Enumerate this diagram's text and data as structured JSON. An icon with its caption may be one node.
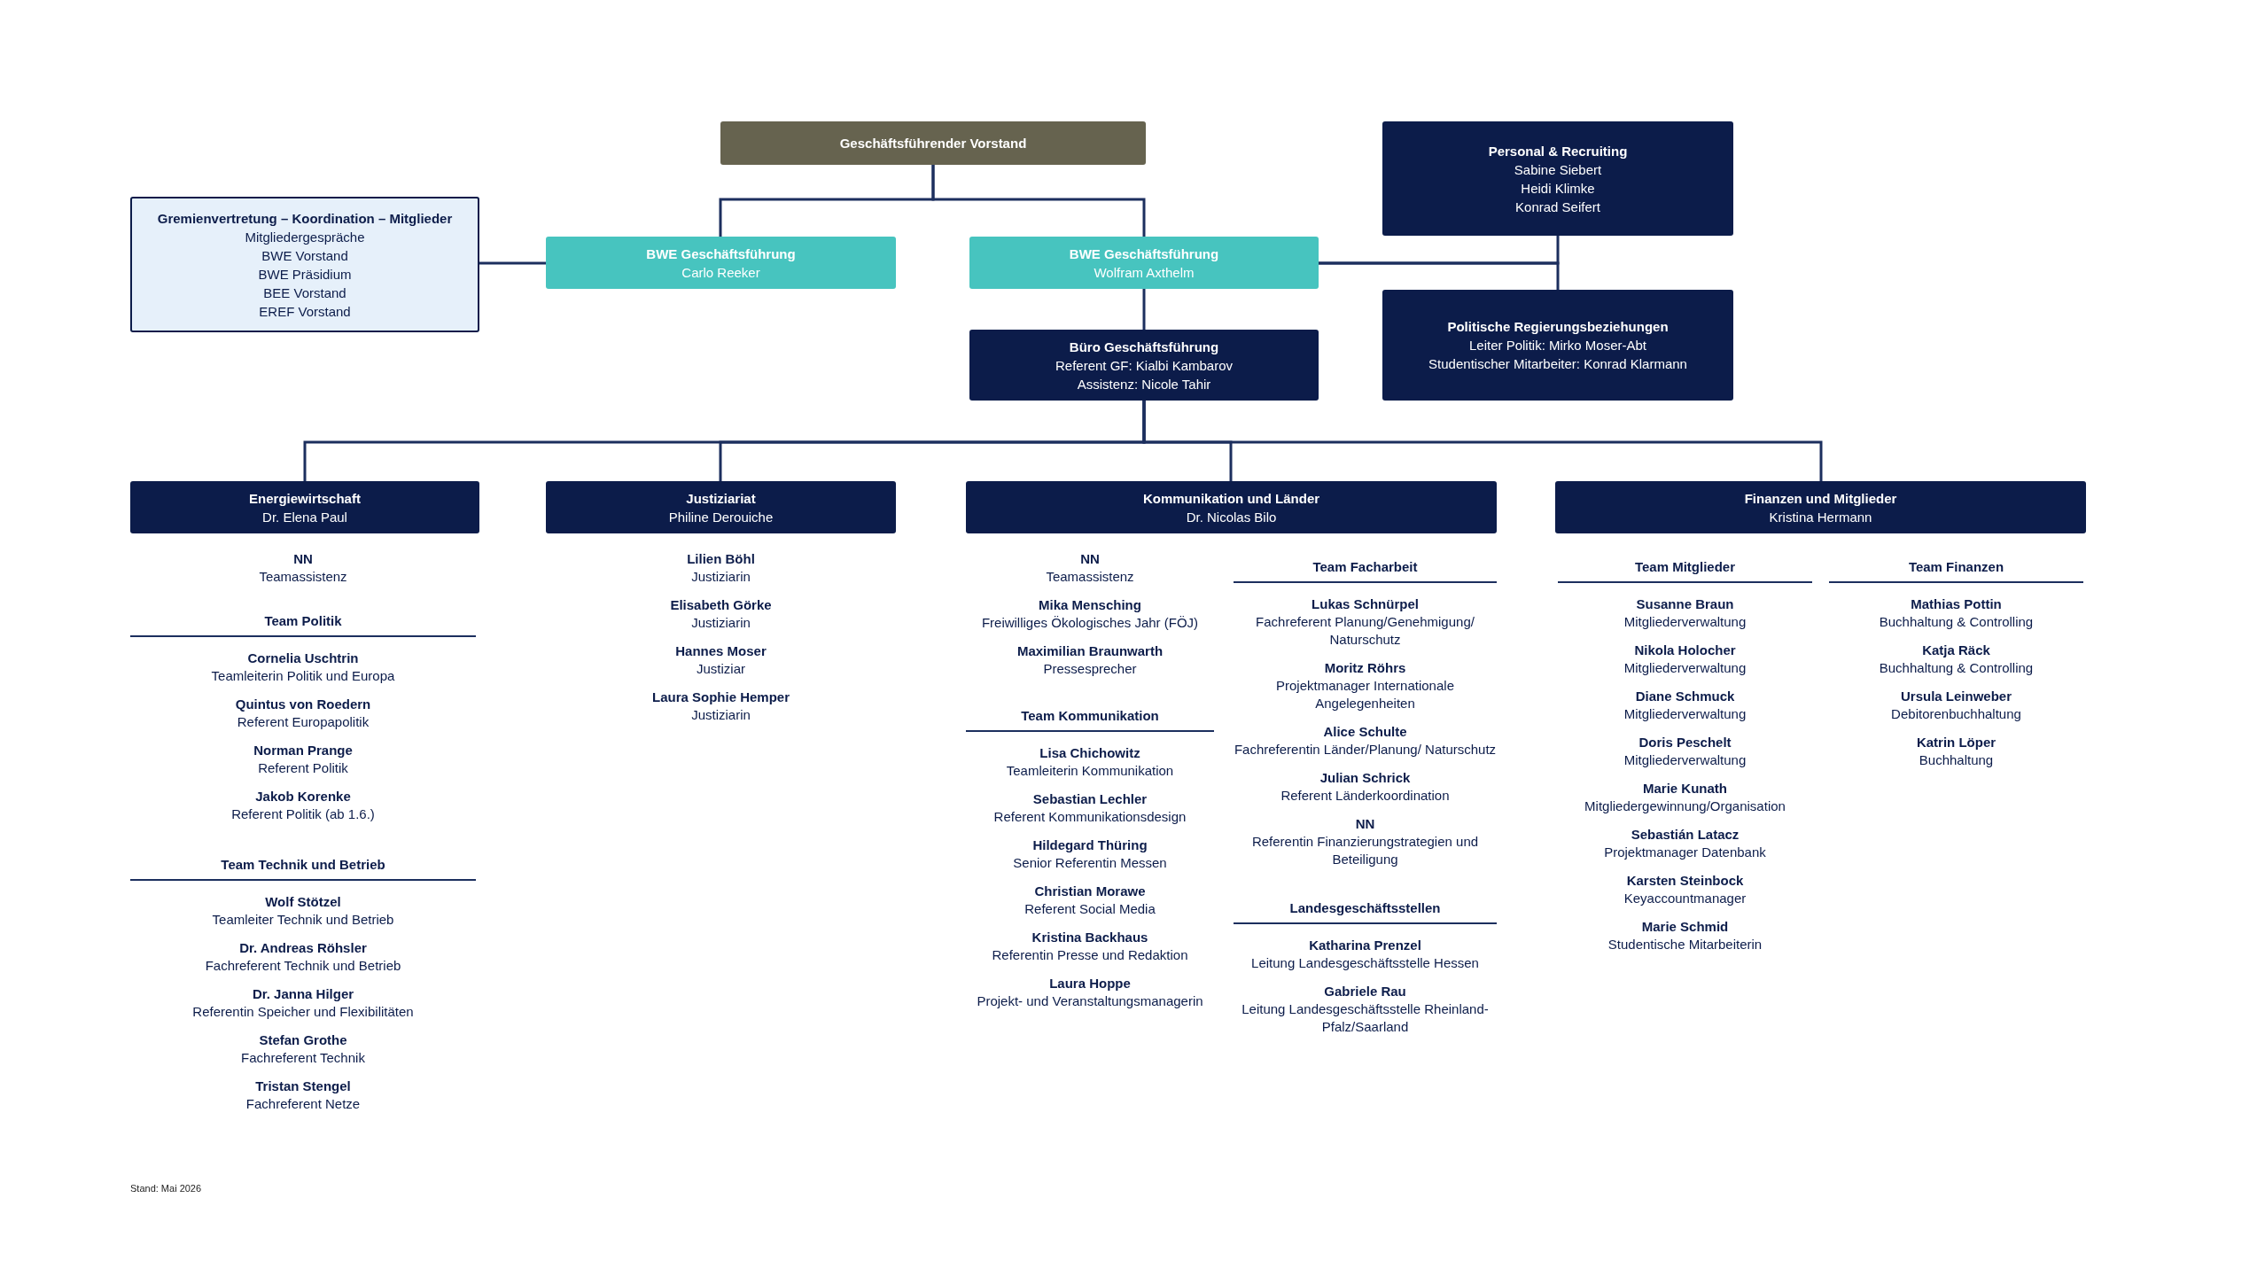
{
  "diagram": {
    "nodes": [
      {
        "text": [
          "Geschäftsführender Vorstand"
        ]
      },
      {
        "text": [
          "Personal & Recruiting",
          "Sabine Siebert",
          "Heidi Klimke",
          "Konrad Seifert"
        ]
      },
      {
        "text": [
          "Gremienvertretung – Koordination – Mitglieder",
          "Mitgliedergespräche",
          "BWE Vorstand",
          "BWE Präsidium",
          "BEE Vorstand",
          "EREF Vorstand"
        ]
      },
      {
        "text": [
          "BWE Geschäftsführung",
          "Carlo Reeker"
        ]
      },
      {
        "text": [
          "BWE Geschäftsführung",
          "Wolfram Axthelm"
        ]
      },
      {
        "text": [
          "Büro Geschäftsführung",
          "Referent GF: Kialbi Kambarov",
          "Assistenz: Nicole Tahir"
        ]
      },
      {
        "text": [
          "Politische Regierungsbeziehungen",
          "Leiter Politik: Mirko Moser-Abt",
          "Studentischer Mitarbeiter: Konrad Klarmann"
        ]
      },
      {
        "text": [
          "Energiewirtschaft",
          "Dr. Elena Paul"
        ]
      },
      {
        "text": [
          "Justiziariat",
          "Philine Derouiche"
        ]
      },
      {
        "text": [
          "Kommunikation und Länder",
          "Dr. Nicolas Bilo"
        ]
      },
      {
        "text": [
          "Finanzen und Mitglieder",
          "Kristina Hermann"
        ]
      }
    ],
    "edges": [
      {
        "from": 0,
        "to": 3,
        "arrow": "none"
      },
      {
        "from": 0,
        "to": 4,
        "arrow": "none"
      },
      {
        "from": 2,
        "to": 3,
        "arrow": "none"
      },
      {
        "from": 4,
        "to": 1,
        "arrow": "none"
      },
      {
        "from": 4,
        "to": 6,
        "arrow": "none"
      },
      {
        "from": 4,
        "to": 5,
        "arrow": "none"
      },
      {
        "from": 5,
        "to": 7,
        "arrow": "none"
      },
      {
        "from": 5,
        "to": 8,
        "arrow": "none"
      },
      {
        "from": 5,
        "to": 9,
        "arrow": "none"
      },
      {
        "from": 5,
        "to": 10,
        "arrow": "none"
      }
    ],
    "labels": [
      "NN",
      "Teamassistenz",
      "Team Politik",
      "Cornelia Uschtrin",
      "Teamleiterin Politik und Europa",
      "Quintus von Roedern",
      "Referent Europapolitik",
      "Norman Prange",
      "Referent Politik",
      "Jakob Korenke",
      "Referent Politik (ab 1.6.)",
      "Team Technik und Betrieb",
      "Wolf Stötzel",
      "Teamleiter Technik und Betrieb",
      "Dr. Andreas Röhsler",
      "Fachreferent Technik und Betrieb",
      "Dr. Janna Hilger",
      "Referentin Speicher und Flexibilitäten",
      "Stefan Grothe",
      "Fachreferent Technik",
      "Tristan Stengel",
      "Fachreferent Netze",
      "Lilien Böhl",
      "Justiziarin",
      "Elisabeth Görke",
      "Justiziarin",
      "Hannes Moser",
      "Justiziar",
      "Laura Sophie Hemper",
      "Justiziarin",
      "NN",
      "Teamassistenz",
      "Mika Mensching",
      "Freiwilliges Ökologisches Jahr (FÖJ)",
      "Maximilian Braunwarth",
      "Pressesprecher",
      "Team Kommunikation",
      "Lisa Chichowitz",
      "Teamleiterin Kommunikation",
      "Sebastian Lechler",
      "Referent Kommunikationsdesign",
      "Hildegard Thüring",
      "Senior Referentin Messen",
      "Christian Morawe",
      "Referent Social Media",
      "Kristina Backhaus",
      "Referentin Presse und Redaktion",
      "Laura Hoppe",
      "Projekt- und Veranstaltungsmanagerin",
      "Team Facharbeit",
      "Lukas Schnürpel",
      "Fachreferent Planung/Genehmigung/ Naturschutz",
      "Moritz Röhrs",
      "Projektmanager Internationale Angelegenheiten",
      "Alice Schulte",
      "Fachreferentin Länder/Planung/ Naturschutz",
      "Julian Schrick",
      "Referent Länderkoordination",
      "NN",
      "Referentin Finanzierungstrategien und Beteiligung",
      "Landesgeschäftsstellen",
      "Katharina Prenzel",
      "Leitung Landesgeschäftsstelle Hessen",
      "Gabriele Rau",
      "Leitung Landesgeschäftsstelle Rheinland-Pfalz/Saarland",
      "Team Mitglieder",
      "Susanne Braun",
      "Mitgliederverwaltung",
      "Nikola Holocher",
      "Mitgliederverwaltung",
      "Diane Schmuck",
      "Mitgliederverwaltung",
      "Doris Peschelt",
      "Mitgliederverwaltung",
      "Marie Kunath",
      "Mitgliedergewinnung/Organisation",
      "Sebastián Latacz",
      "Projektmanager Datenbank",
      "Karsten Steinbock",
      "Keyaccountmanager",
      "Marie Schmid",
      "Studentische Mitarbeiterin",
      "Team Finanzen",
      "Mathias Pottin",
      "Buchhaltung & Controlling",
      "Katja Räck",
      "Buchhaltung & Controlling",
      "Ursula Leinweber",
      "Debitorenbuchhaltung",
      "Katrin Löper",
      "Buchhaltung",
      "Stand: Mai 2026"
    ]
  }
}
